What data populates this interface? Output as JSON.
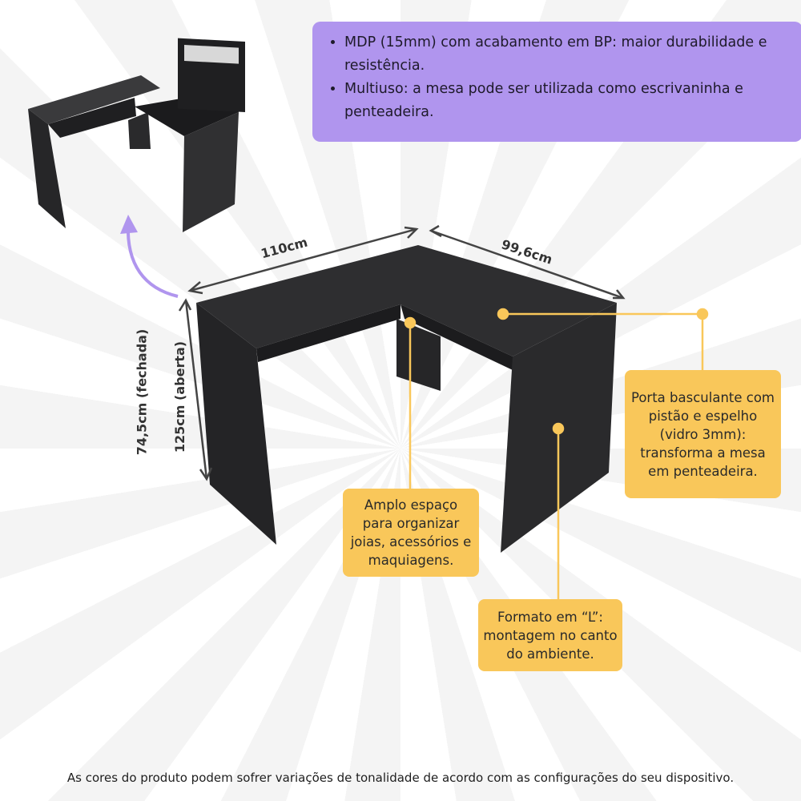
{
  "features": [
    "MDP (15mm) com acabamento em BP: maior durabilidade e resistência.",
    "Multiuso: a mesa pode ser utilizada como escrivaninha e penteadeira."
  ],
  "dimensions": {
    "width": "110cm",
    "depth": "99,6cm",
    "height_closed": "74,5cm (fechada)",
    "height_open": "125cm (aberta)"
  },
  "callouts": {
    "door": "Porta basculante com pistão e espelho (vidro 3mm): transforma a mesa em penteadeira.",
    "storage": "Amplo espaço para organizar joias, acessórios e maquiagens.",
    "shape": "Formato em “L”: montagem no canto do ambiente."
  },
  "footer": "As cores do produto podem sofrer variações de tonalidade de acordo com as configurações do seu dispositivo.",
  "colors": {
    "accent_purple": "#b095ee",
    "callout_yellow": "#f9c75a",
    "desk": "#2b2b2d"
  }
}
